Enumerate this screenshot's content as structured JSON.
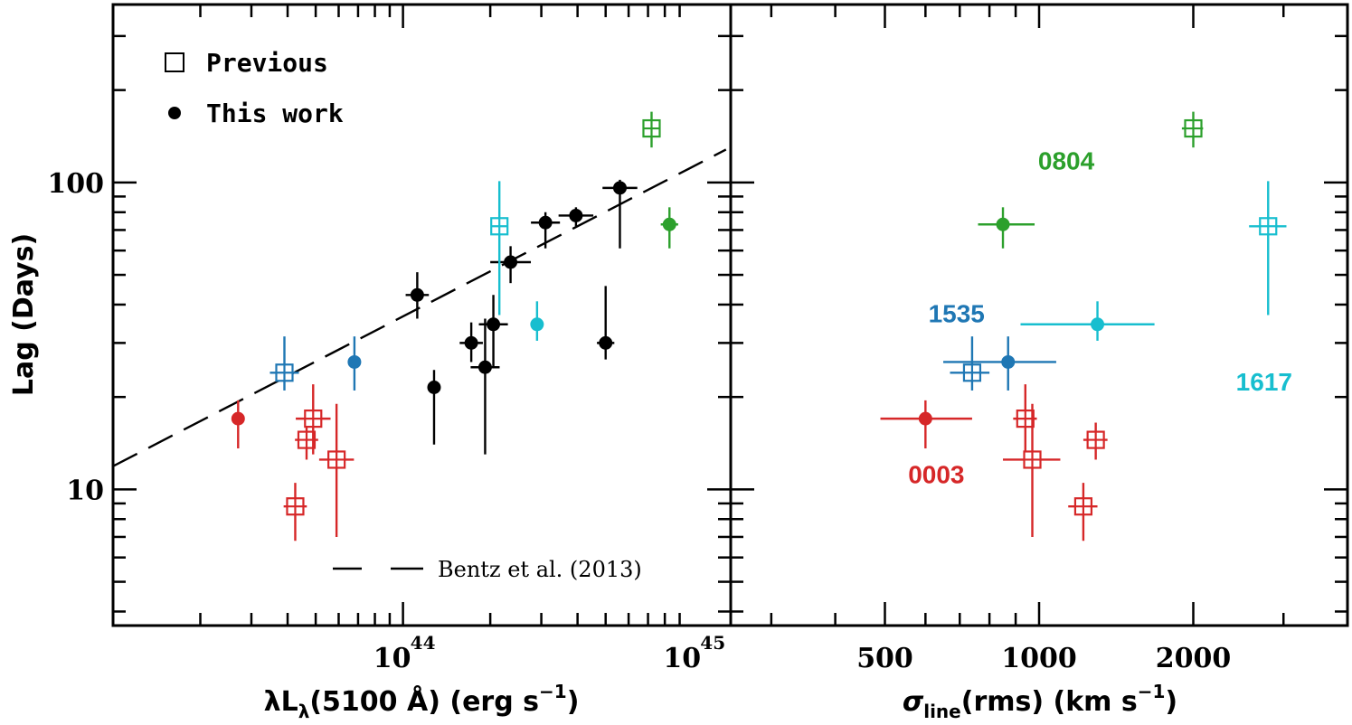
{
  "colors": {
    "black": "#000000",
    "red": "#d62728",
    "blue": "#1f77b4",
    "green": "#2ca02c",
    "cyan": "#17becf"
  },
  "chart_data": [
    {
      "type": "scatter",
      "panel": "left",
      "xlabel_prefix": "λL",
      "xlabel_sub": "λ",
      "xlabel_suffix": "(5100 Å) (erg s",
      "xlabel_sup": "−1",
      "xlabel_close": ")",
      "ylabel": "Lag (Days)",
      "xscale": "log",
      "yscale": "log",
      "xlim": [
        1e+43,
        1.35e+45
      ],
      "ylim": [
        3.6,
        380
      ],
      "x_ticks": [
        {
          "base": "10",
          "exp": "44",
          "value": 1e+44
        },
        {
          "base": "10",
          "exp": "45",
          "value": 1e+45
        }
      ],
      "y_ticks": [
        {
          "label": "10",
          "value": 10
        },
        {
          "label": "100",
          "value": 100
        }
      ],
      "legend": {
        "placement": "top-left",
        "previous_label": "Previous",
        "this_work_label": "This work"
      },
      "fit": {
        "label": "Bentz et al. (2013)",
        "points": [
          [
            1e+43,
            11.9
          ],
          [
            1.3e+45,
            128
          ]
        ]
      },
      "series": [
        {
          "name": "This work",
          "marker": "filled-circle",
          "points": [
            {
              "x": 2.7e+43,
              "y": 17.0,
              "xerr": 0.02,
              "yerr": [
                13.6,
                19.5
              ],
              "color": "red"
            },
            {
              "x": 6.8e+43,
              "y": 26.0,
              "xerr": 0.01,
              "yerr": [
                21.0,
                31.5
              ],
              "color": "blue"
            },
            {
              "x": 1.12e+44,
              "y": 43.0,
              "xerr": 0.04,
              "yerr": [
                36.0,
                51.0
              ],
              "color": "black"
            },
            {
              "x": 1.28e+44,
              "y": 21.5,
              "xerr": 0.01,
              "yerr": [
                14.0,
                24.5
              ],
              "color": "black"
            },
            {
              "x": 1.72e+44,
              "y": 30.0,
              "xerr": 0.04,
              "yerr": [
                26.0,
                35.0
              ],
              "color": "black"
            },
            {
              "x": 1.92e+44,
              "y": 25.0,
              "xerr": 0.05,
              "yerr": [
                13.0,
                36.0
              ],
              "color": "black"
            },
            {
              "x": 2.05e+44,
              "y": 34.5,
              "xerr": 0.05,
              "yerr": [
                25.0,
                43.0
              ],
              "color": "black"
            },
            {
              "x": 2.35e+44,
              "y": 55.0,
              "xerr": 0.07,
              "yerr": [
                47.0,
                62.0
              ],
              "color": "black"
            },
            {
              "x": 2.9e+44,
              "y": 34.5,
              "xerr": 0.0,
              "yerr": [
                30.5,
                41.0
              ],
              "color": "cyan"
            },
            {
              "x": 3.1e+44,
              "y": 74.0,
              "xerr": 0.05,
              "yerr": [
                61.0,
                80.0
              ],
              "color": "black"
            },
            {
              "x": 3.95e+44,
              "y": 78.0,
              "xerr": 0.06,
              "yerr": [
                72.0,
                83.0
              ],
              "color": "black"
            },
            {
              "x": 5e+44,
              "y": 30.0,
              "xerr": 0.03,
              "yerr": [
                26.5,
                46.0
              ],
              "color": "black"
            },
            {
              "x": 5.6e+44,
              "y": 96.0,
              "xerr": 0.06,
              "yerr": [
                61.0,
                102.0
              ],
              "color": "black"
            },
            {
              "x": 8.3e+44,
              "y": 73.0,
              "xerr": 0.03,
              "yerr": [
                61.0,
                83.0
              ],
              "color": "green"
            }
          ]
        },
        {
          "name": "Previous",
          "marker": "open-square",
          "points": [
            {
              "x": 3.9e+43,
              "y": 24.0,
              "xerr": 0.05,
              "yerr": [
                21.0,
                31.5
              ],
              "color": "blue"
            },
            {
              "x": 4.25e+43,
              "y": 8.8,
              "xerr": 0.04,
              "yerr": [
                6.8,
                10.5
              ],
              "color": "red"
            },
            {
              "x": 4.65e+43,
              "y": 14.5,
              "xerr": 0.04,
              "yerr": [
                12.5,
                16.5
              ],
              "color": "red"
            },
            {
              "x": 4.9e+43,
              "y": 17.0,
              "xerr": 0.06,
              "yerr": [
                13.0,
                22.0
              ],
              "color": "red"
            },
            {
              "x": 5.9e+43,
              "y": 12.5,
              "xerr": 0.06,
              "yerr": [
                7.0,
                19.0
              ],
              "color": "red"
            },
            {
              "x": 2.15e+44,
              "y": 72.0,
              "xerr": 0.02,
              "yerr": [
                37.0,
                101.0
              ],
              "color": "cyan"
            },
            {
              "x": 7.2e+44,
              "y": 150.0,
              "xerr": 0.02,
              "yerr": [
                130.0,
                170.0
              ],
              "color": "green"
            }
          ]
        }
      ]
    },
    {
      "type": "scatter",
      "panel": "right",
      "xlabel_sigma": "σ",
      "xlabel_sub": "line",
      "xlabel_suffix": "(rms) (km s",
      "xlabel_sup": "−1",
      "xlabel_close": ")",
      "xscale": "log",
      "yscale": "log",
      "xlim": [
        250,
        4000
      ],
      "ylim": [
        3.6,
        380
      ],
      "x_ticks": [
        {
          "label": "500",
          "value": 500
        },
        {
          "label": "1000",
          "value": 1000
        },
        {
          "label": "2000",
          "value": 2000
        }
      ],
      "annotations": [
        {
          "text": "0804",
          "color": "green",
          "x": 1130,
          "y": 118
        },
        {
          "text": "1535",
          "color": "blue",
          "x": 690,
          "y": 37.5
        },
        {
          "text": "1617",
          "color": "cyan",
          "x": 2750,
          "y": 22.5
        },
        {
          "text": "0003",
          "color": "red",
          "x": 630,
          "y": 11.2
        }
      ],
      "series": [
        {
          "name": "This work",
          "marker": "filled-circle",
          "points": [
            {
              "x": 600,
              "y": 17.0,
              "xerr": [
                490,
                740
              ],
              "yerr": [
                13.6,
                19.5
              ],
              "color": "red"
            },
            {
              "x": 870,
              "y": 26.0,
              "xerr": [
                650,
                1080
              ],
              "yerr": [
                21.0,
                31.5
              ],
              "color": "blue"
            },
            {
              "x": 850,
              "y": 73.0,
              "xerr": [
                760,
                980
              ],
              "yerr": [
                61.0,
                83.0
              ],
              "color": "green"
            },
            {
              "x": 1300,
              "y": 34.5,
              "xerr": [
                920,
                1680
              ],
              "yerr": [
                30.5,
                41.0
              ],
              "color": "cyan"
            }
          ]
        },
        {
          "name": "Previous",
          "marker": "open-square",
          "points": [
            {
              "x": 740,
              "y": 24.0,
              "xerr": [
                670,
                800
              ],
              "yerr": [
                21.0,
                31.5
              ],
              "color": "blue"
            },
            {
              "x": 940,
              "y": 17.0,
              "xerr": [
                890,
                990
              ],
              "yerr": [
                13.0,
                22.0
              ],
              "color": "red"
            },
            {
              "x": 970,
              "y": 12.5,
              "xerr": [
                850,
                1100
              ],
              "yerr": [
                7.0,
                19.0
              ],
              "color": "red"
            },
            {
              "x": 1290,
              "y": 14.5,
              "xerr": [
                1220,
                1360
              ],
              "yerr": [
                12.5,
                16.5
              ],
              "color": "red"
            },
            {
              "x": 1220,
              "y": 8.8,
              "xerr": [
                1140,
                1300
              ],
              "yerr": [
                6.8,
                10.5
              ],
              "color": "red"
            },
            {
              "x": 2000,
              "y": 150.0,
              "xerr": [
                1900,
                2090
              ],
              "yerr": [
                130.0,
                170.0
              ],
              "color": "green"
            },
            {
              "x": 2800,
              "y": 72.0,
              "xerr": [
                2570,
                3040
              ],
              "yerr": [
                37.0,
                101.0
              ],
              "color": "cyan"
            }
          ]
        }
      ]
    }
  ]
}
